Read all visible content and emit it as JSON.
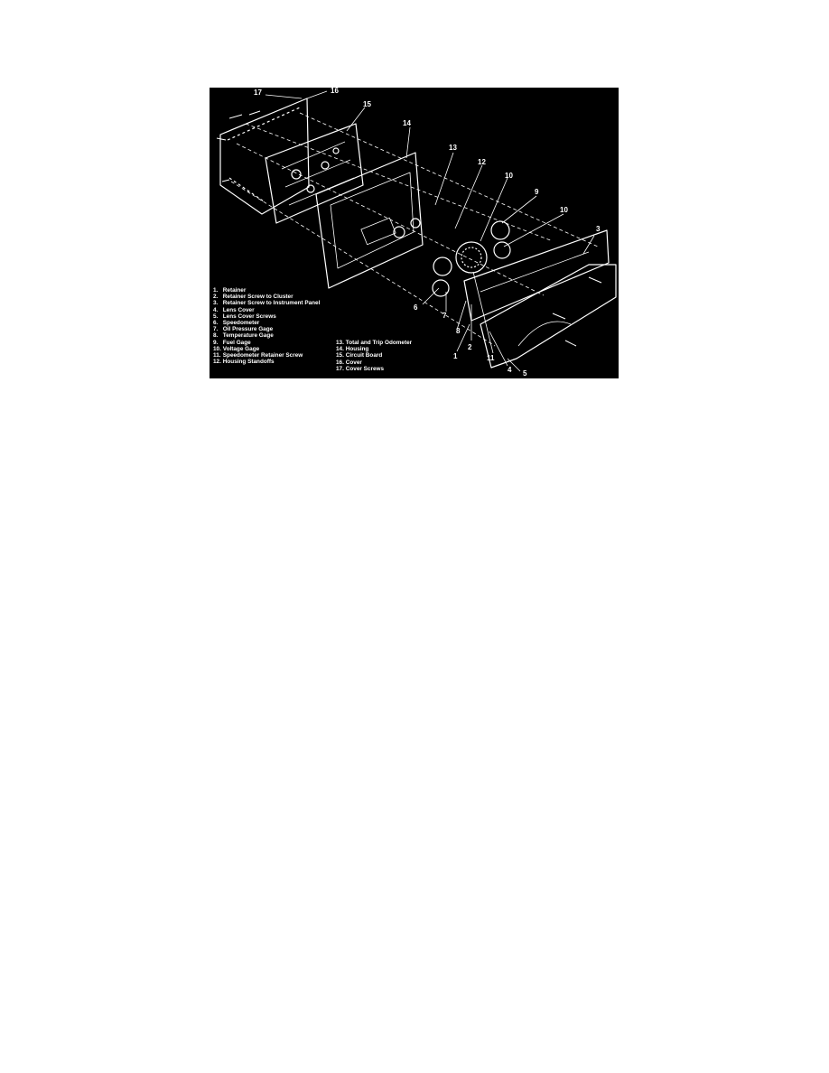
{
  "figure": {
    "type": "exploded-view",
    "background": "#000000",
    "ink": "#ffffff",
    "callouts": [
      "17",
      "16",
      "15",
      "14",
      "13",
      "12",
      "10",
      "9",
      "10",
      "3",
      "6",
      "7",
      "8",
      "1",
      "2",
      "11",
      "4",
      "5"
    ],
    "legend": [
      {
        "num": "1.",
        "label": "Retainer"
      },
      {
        "num": "2.",
        "label": "Retainer Screw to Cluster"
      },
      {
        "num": "3.",
        "label": "Retainer Screw to Instrument Panel"
      },
      {
        "num": "4.",
        "label": "Lens Cover"
      },
      {
        "num": "5.",
        "label": "Lens Cover Screws"
      },
      {
        "num": "6.",
        "label": "Speedometer"
      },
      {
        "num": "7.",
        "label": "Oil Pressure Gage"
      },
      {
        "num": "8.",
        "label": "Temperature Gage"
      },
      {
        "num": "9.",
        "label": "Fuel Gage"
      },
      {
        "num": "10.",
        "label": "Voltage Gage"
      },
      {
        "num": "11.",
        "label": "Speedometer Retainer Screw"
      },
      {
        "num": "12.",
        "label": "Housing Standoffs"
      },
      {
        "num": "13.",
        "label": "Total and Trip Odometer"
      },
      {
        "num": "14.",
        "label": "Housing"
      },
      {
        "num": "15.",
        "label": "Circuit Board"
      },
      {
        "num": "16.",
        "label": "Cover"
      },
      {
        "num": "17.",
        "label": "Cover Screws"
      }
    ]
  }
}
